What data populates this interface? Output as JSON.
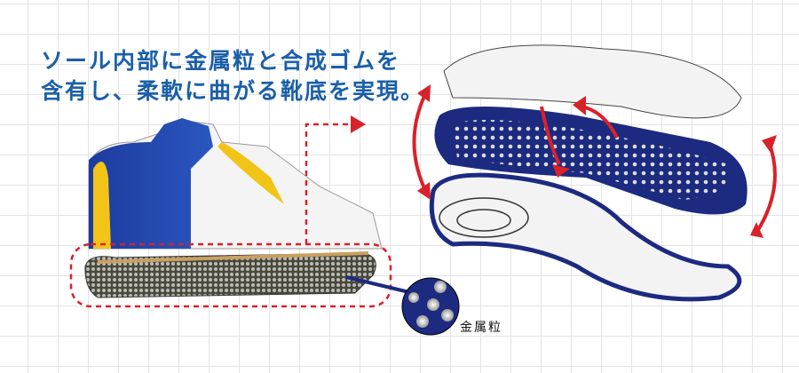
{
  "headline": {
    "line1": "ソール内部に金属粒と合成ゴムを",
    "line2": "含有し、柔軟に曲がる靴底を実現。"
  },
  "callout_label": "金属粒",
  "colors": {
    "headline": "#1a5fa8",
    "navy": "#1c2a80",
    "red": "#d8222a",
    "yellow": "#f2c418"
  }
}
